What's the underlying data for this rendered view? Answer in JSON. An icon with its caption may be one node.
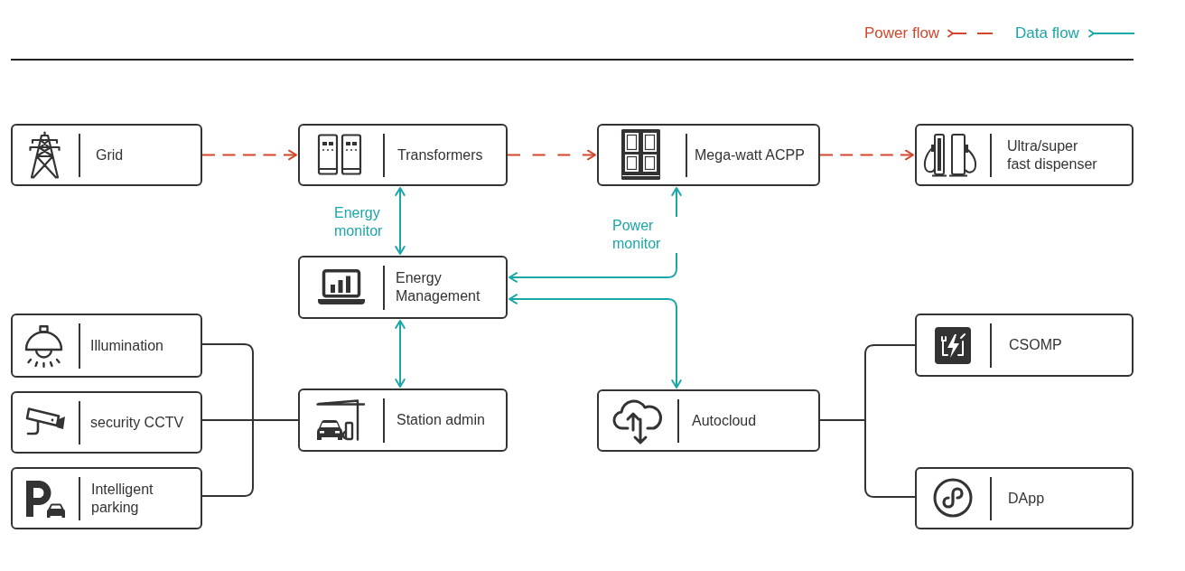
{
  "diagram": {
    "nodes": [
      {
        "text": [
          "Grid"
        ]
      },
      {
        "text": [
          "Transformers"
        ]
      },
      {
        "text": [
          "Mega-watt ACPP"
        ]
      },
      {
        "text": [
          "Ultra/super fast dispenser"
        ]
      },
      {
        "text": [
          "Energy Management"
        ]
      },
      {
        "text": [
          "Illumination"
        ]
      },
      {
        "text": [
          "CSOMP"
        ]
      },
      {
        "text": [
          "security CCTV"
        ]
      },
      {
        "text": [
          "Station admin"
        ]
      },
      {
        "text": [
          "Autocloud"
        ]
      },
      {
        "text": [
          "Intelligent parking"
        ]
      },
      {
        "text": [
          "DApp"
        ]
      }
    ],
    "edges": [
      {
        "from": 0,
        "to": 1,
        "arrow": "to",
        "style": "dashed",
        "color": "#d4462b"
      },
      {
        "from": 1,
        "to": 2,
        "arrow": "to",
        "style": "dashed",
        "color": "#d4462b"
      },
      {
        "from": 2,
        "to": 3,
        "arrow": "to",
        "style": "dashed",
        "color": "#d4462b"
      },
      {
        "from": 1,
        "to": 4,
        "arrow": "both",
        "label": "Energy monitor",
        "color": "#1ba6a8"
      },
      {
        "from": 4,
        "to": 2,
        "arrow": "both",
        "label": "Power monitor",
        "color": "#1ba6a8"
      },
      {
        "from": 4,
        "to": 9,
        "arrow": "both",
        "color": "#1ba6a8"
      },
      {
        "from": 4,
        "to": 8,
        "arrow": "both",
        "color": "#1ba6a8"
      },
      {
        "from": 5,
        "to": 8,
        "arrow": "none"
      },
      {
        "from": 7,
        "to": 8,
        "arrow": "none"
      },
      {
        "from": 10,
        "to": 8,
        "arrow": "none"
      },
      {
        "from": 9,
        "to": 6,
        "arrow": "none"
      },
      {
        "from": 9,
        "to": 11,
        "arrow": "none"
      }
    ],
    "legend": [
      {
        "text": "Power flow",
        "color": "#d4462b"
      },
      {
        "text": "Data flow",
        "color": "#1ba6a8"
      }
    ]
  }
}
